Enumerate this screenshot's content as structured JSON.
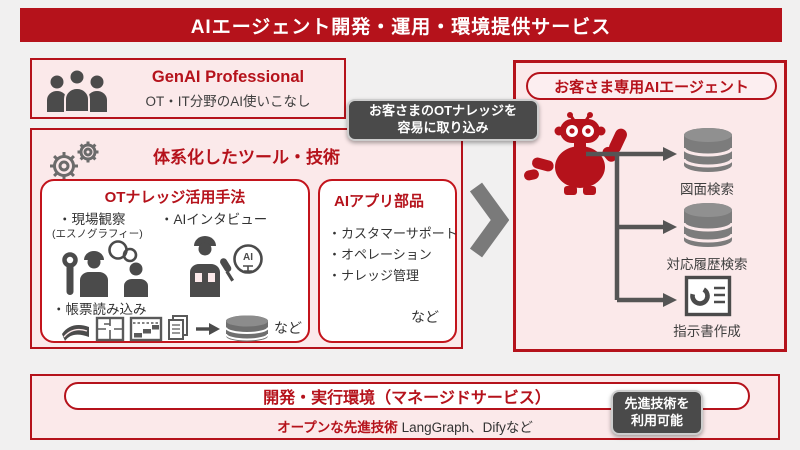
{
  "banner": {
    "title": "AIエージェント開発・運用・環境提供サービス"
  },
  "genai_box": {
    "title": "GenAI Professional",
    "subtitle": "OT・IT分野のAI使いこなし"
  },
  "ot_callout": {
    "line1": "お客さまのOTナレッジを",
    "line2": "容易に取り込み"
  },
  "tools_box": {
    "title": "体系化したツール・技術",
    "ot_methods": {
      "title": "OTナレッジ活用手法",
      "item_observation": "・現場観察",
      "item_observation_note": "(エスノグラフィー)",
      "item_interview": "・AIインタビュー",
      "item_forms": "・帳票読み込み",
      "etc": "など"
    },
    "ai_parts": {
      "title": "AIアプリ部品",
      "items": [
        "・カスタマーサポート",
        "・オペレーション",
        "・ナレッジ管理"
      ],
      "etc": "など"
    }
  },
  "agent_box": {
    "title": "お客さま専用AIエージェント",
    "outputs": [
      {
        "icon": "database-icon",
        "label": "図面検索"
      },
      {
        "icon": "database-icon",
        "label": "対応履歴検索"
      },
      {
        "icon": "report-icon",
        "label": "指示書作成"
      }
    ]
  },
  "env_box": {
    "title": "開発・実行環境（マネージドサービス）",
    "tech_label": "オープンな先進技術",
    "tech_detail": "  LangGraph、Difyなど"
  },
  "tech_callout": {
    "line1": "先進技術を",
    "line2": "利用可能"
  },
  "icons": [
    "people-group-icon",
    "gears-icon",
    "wrench-icon",
    "chat-bubbles-icon",
    "worker-icon",
    "microphone-icon",
    "ai-head-icon",
    "book-icon",
    "blueprint-icon",
    "schedule-icon",
    "documents-icon",
    "arrow-right-icon",
    "database-icon",
    "chevron-right-icon",
    "robot-icon",
    "report-icon"
  ],
  "colors": {
    "banner_red": "#b5121b",
    "border_red": "#c3141c",
    "pink_fill": "#fbe9ea",
    "dark_text": "#3f3f3f",
    "icon_gray": "#4b4b4b",
    "callout_bg": "#4a4a4a"
  }
}
